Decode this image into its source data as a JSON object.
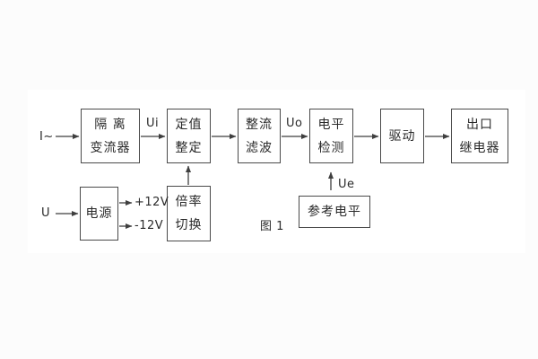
{
  "figure": {
    "caption": "图 1",
    "colors": {
      "page_background": "#fcfcfc",
      "scan_background": "#ffffff",
      "line": "#3f3f3f",
      "box_border": "#4a4a4a",
      "text": "#2a2a2a"
    },
    "inputs": {
      "current_input": "I~",
      "voltage_input": "U"
    },
    "signals": {
      "ui": "Ui",
      "uo": "Uo",
      "ue": "Ue",
      "plus_12v": "+12V",
      "minus_12v": "-12V"
    },
    "blocks": {
      "isolation_transformer": {
        "line1": "隔 离",
        "line2": "变流器"
      },
      "setpoint_setting": {
        "line1": "定值",
        "line2": "整定"
      },
      "rectify_filter": {
        "line1": "整流",
        "line2": "滤波"
      },
      "level_detect": {
        "line1": "电平",
        "line2": "检测"
      },
      "drive": {
        "label": "驱动"
      },
      "output_relay": {
        "line1": "出口",
        "line2": "继电器"
      },
      "power_supply": {
        "label": "电源"
      },
      "ratio_switch": {
        "line1": "倍率",
        "line2": "切换"
      },
      "reference_level": {
        "label": "参考电平"
      }
    }
  }
}
